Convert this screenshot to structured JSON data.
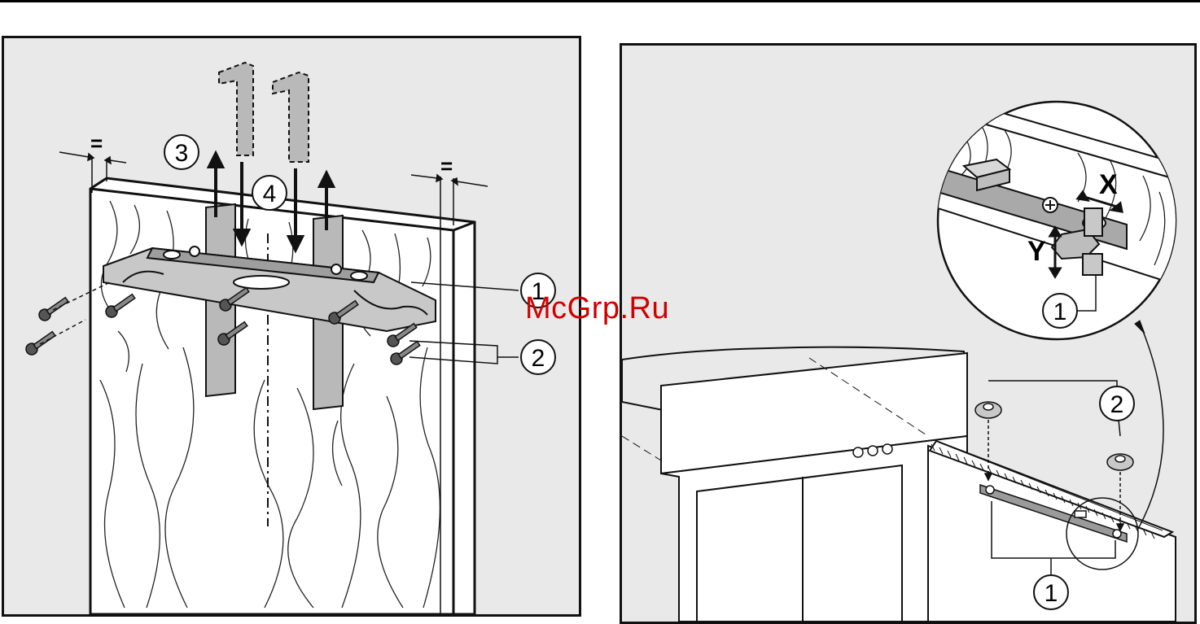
{
  "left_panel": {
    "callouts": [
      "3",
      "4",
      "1",
      "2"
    ],
    "equal_marks": [
      "=",
      "="
    ]
  },
  "right_panel": {
    "callouts": [
      "1",
      "2",
      "1"
    ],
    "axis_labels": {
      "x": "X",
      "y": "Y"
    }
  },
  "watermark": "McGrp.Ru"
}
